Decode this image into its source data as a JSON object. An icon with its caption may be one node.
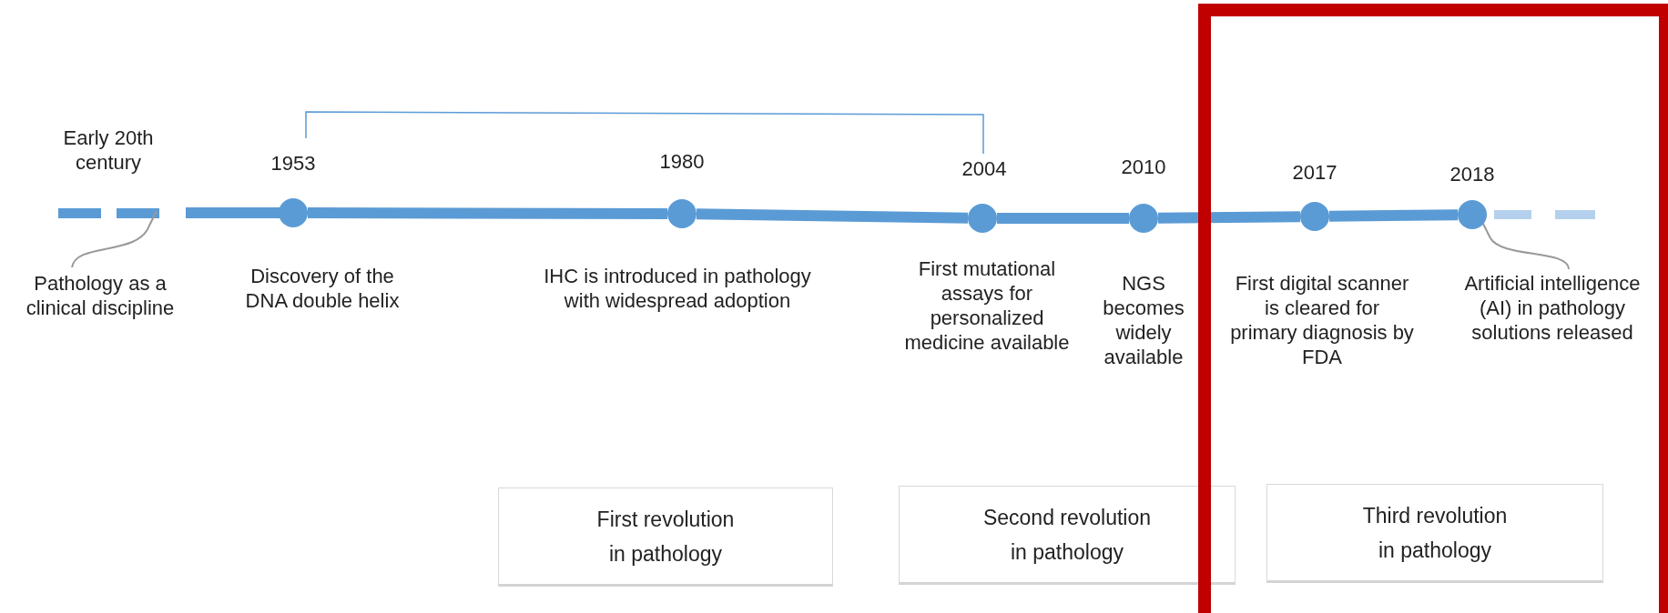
{
  "diagram": {
    "nodes": [
      {
        "text": [
          "Pathology as a clinical discipline"
        ]
      },
      {
        "text": [],
        "shape": "circle",
        "beside": [
          "1953",
          "Discovery of the DNA double helix"
        ]
      },
      {
        "text": [],
        "shape": "circle",
        "beside": [
          "1980",
          "IHC is introduced in pathology with widespread adoption"
        ]
      },
      {
        "text": [],
        "shape": "circle",
        "beside": [
          "2004",
          "First mutational assays for personalized medicine available"
        ]
      },
      {
        "text": [],
        "shape": "circle",
        "beside": [
          "2010",
          "NGS becomes widely available"
        ]
      },
      {
        "text": [],
        "shape": "circle",
        "beside": [
          "2017",
          "First digital scanner is cleared for primary diagnosis by FDA"
        ]
      },
      {
        "text": [],
        "shape": "circle",
        "beside": [
          "2018"
        ]
      },
      {
        "text": [
          "Artificial intelligence (AI) in pathology solutions released"
        ]
      },
      {
        "text": [
          "First revolution",
          "in pathology"
        ]
      },
      {
        "text": [
          "Second revolution",
          "in pathology"
        ]
      },
      {
        "text": [
          "Third revolution",
          "in pathology"
        ]
      }
    ],
    "edges": [
      {
        "from": 1,
        "to": 2,
        "arrow": "none"
      },
      {
        "from": 2,
        "to": 3,
        "arrow": "none"
      },
      {
        "from": 3,
        "to": 4,
        "arrow": "none"
      },
      {
        "from": 4,
        "to": 5,
        "arrow": "none"
      },
      {
        "from": 5,
        "to": 6,
        "arrow": "none"
      },
      {
        "from": 0,
        "to": null,
        "arrow": "none",
        "color": "#999999"
      },
      {
        "from": 7,
        "to": 6,
        "arrow": "none",
        "color": "#999999"
      }
    ],
    "labels": [
      "Early 20th century"
    ]
  }
}
